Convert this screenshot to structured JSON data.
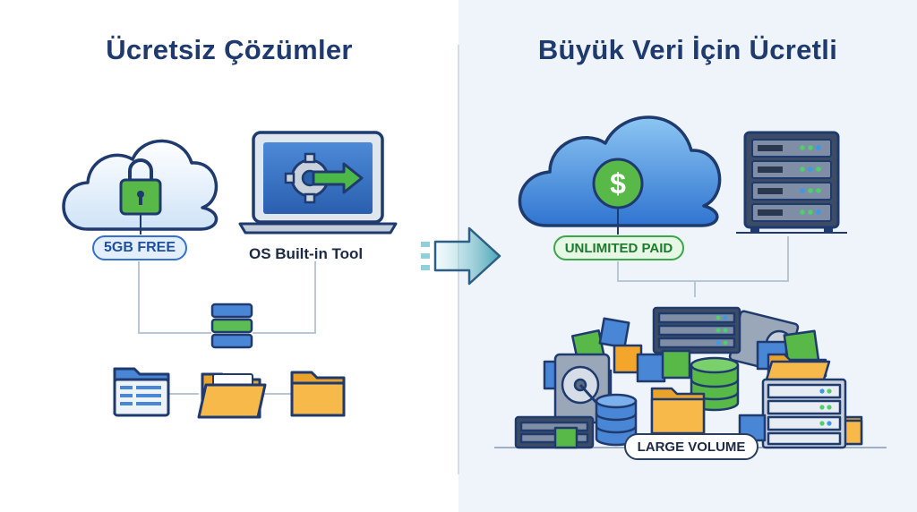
{
  "left": {
    "title": "Ücretsiz Çözümler",
    "cloud_badge": "5GB FREE",
    "laptop_label": "OS Built-in Tool"
  },
  "right": {
    "title": "Büyük Veri İçin Ücretli",
    "cloud_badge": "UNLIMITED PAID",
    "pile_badge": "LARGE VOLUME",
    "cloud_symbol": "$"
  },
  "icons": {
    "left": [
      "cloud-lock-icon",
      "laptop-gear-arrow-icon",
      "database-stack-icon",
      "folder-list-icon",
      "folder-open-icon",
      "folder-icon"
    ],
    "center": [
      "arrow-right-icon"
    ],
    "right": [
      "cloud-dollar-icon",
      "server-rack-icon",
      "storage-pile-icon"
    ]
  },
  "colors": {
    "navy": "#1f3a6e",
    "blue": "#3471cf",
    "green": "#3aa84a",
    "orange": "#f4a62a",
    "teal": "#5fb4c4"
  }
}
